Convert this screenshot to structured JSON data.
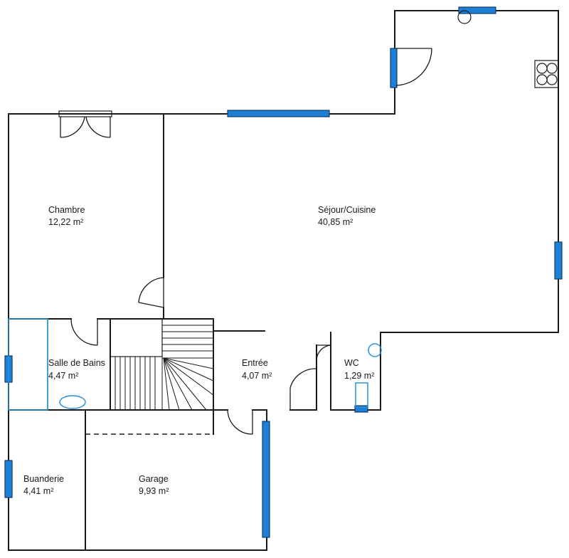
{
  "rooms": [
    {
      "name": "Chambre",
      "area": "12,22 m²"
    },
    {
      "name": "Séjour/Cuisine",
      "area": "40,85 m²"
    },
    {
      "name": "Salle de Bains",
      "area": "4,47 m²"
    },
    {
      "name": "Entrée",
      "area": "4,07 m²"
    },
    {
      "name": "WC",
      "area": "1,29 m²"
    },
    {
      "name": "Buanderie",
      "area": "4,41 m²"
    },
    {
      "name": "Garage",
      "area": "9,93 m²"
    }
  ],
  "colors": {
    "window": "#1e7fd6",
    "fixture": "#2a8fd8",
    "wall": "#1a1a1a"
  }
}
